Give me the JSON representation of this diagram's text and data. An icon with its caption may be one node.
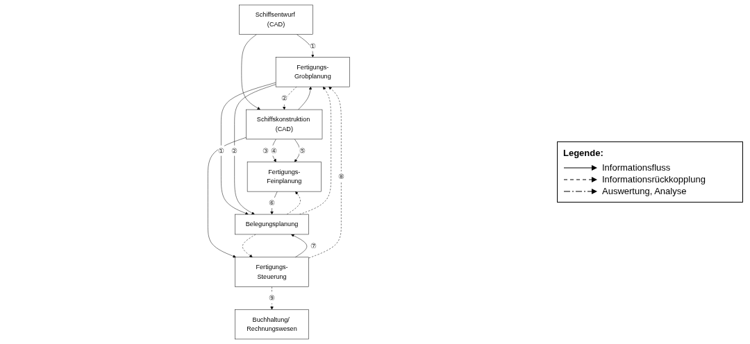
{
  "diagram": {
    "nodes": [
      {
        "text": [
          "Schiffsentwurf (CAD)"
        ]
      },
      {
        "text": [
          "Fertigungs-Grobplanung"
        ]
      },
      {
        "text": [
          "Belegungsplanung"
        ]
      },
      {
        "text": [
          "Schiffskonstruktion (CAD)"
        ]
      },
      {
        "text": [
          "Fertigungs-Feinplanung"
        ]
      },
      {
        "text": [
          "Buchhaltung/ Rechnungswesen"
        ]
      },
      {
        "text": [
          "Fertigungs-Steuerung"
        ]
      }
    ],
    "edges": [
      {
        "from": 0,
        "to": 1,
        "arrow": "to",
        "label": "①"
      },
      {
        "from": 0,
        "to": 3,
        "arrow": "to"
      },
      {
        "from": 1,
        "to": 3,
        "arrow": "to",
        "label": "②",
        "style": "dashed"
      },
      {
        "from": 3,
        "to": 1,
        "arrow": "to"
      },
      {
        "from": 3,
        "to": 4,
        "arrow": "to",
        "label": "③ ④"
      },
      {
        "from": 3,
        "to": 4,
        "arrow": "to",
        "label": "⑤"
      },
      {
        "from": 3,
        "to": 6,
        "arrow": "to"
      },
      {
        "from": 1,
        "to": 2,
        "arrow": "to",
        "label": "①"
      },
      {
        "from": 1,
        "to": 2,
        "arrow": "to",
        "label": "②"
      },
      {
        "from": 2,
        "to": 4,
        "arrow": "to",
        "style": "dashed"
      },
      {
        "from": 4,
        "to": 2,
        "arrow": "to",
        "label": "⑥"
      },
      {
        "from": 2,
        "to": 6,
        "arrow": "to",
        "style": "dashed"
      },
      {
        "from": 6,
        "to": 2,
        "arrow": "to",
        "label": "⑦"
      },
      {
        "from": 6,
        "to": 5,
        "arrow": "to",
        "label": "⑨",
        "style": "dashed"
      },
      {
        "from": 6,
        "to": 1,
        "arrow": "to",
        "label": "⑧",
        "style": "dashed"
      },
      {
        "from": 2,
        "to": 1,
        "arrow": "to",
        "style": "dashed"
      }
    ],
    "legend": [
      {
        "text": "Legende:"
      },
      {
        "text": "Informationsfluss"
      },
      {
        "text": "Informationsrückkopplung"
      },
      {
        "text": "Auswertung, Analyse"
      }
    ]
  }
}
